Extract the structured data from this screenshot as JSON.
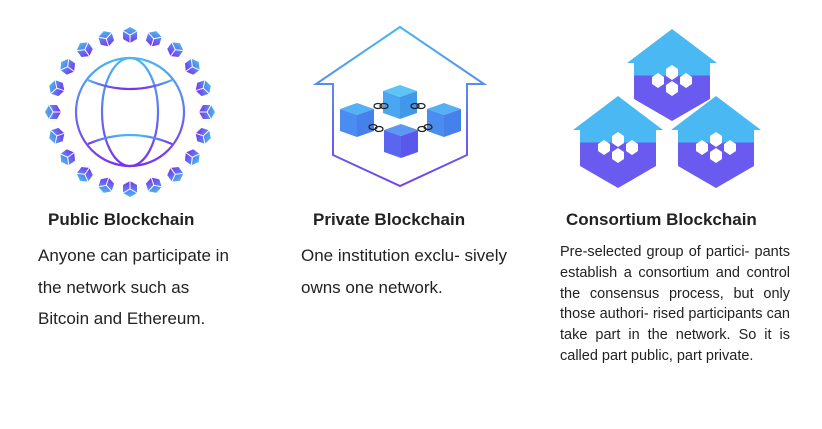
{
  "columns": [
    {
      "title": "Public Blockchain",
      "description": "Anyone can participate in the network such as Bitcoin and Ethereum."
    },
    {
      "title": "Private Blockchain",
      "description": "One institution exclu- sively owns one network."
    },
    {
      "title": "Consortium Blockchain",
      "description": "Pre-selected group of partici- pants establish a consortium and control the consensus process, but only those authori- rised participants can take part in the network. So it is called part public, part private."
    }
  ],
  "colors": {
    "top": "#4ab4f0",
    "bottom": "#7040f0",
    "text": "#222222"
  }
}
